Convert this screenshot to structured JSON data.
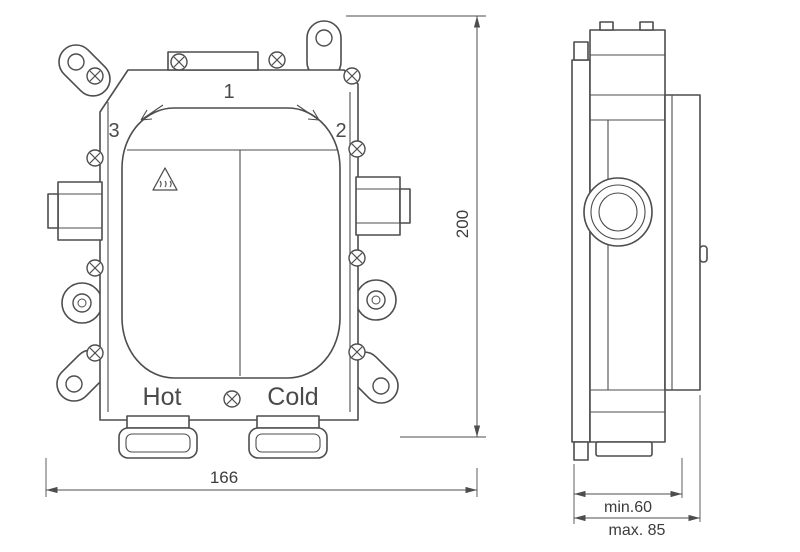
{
  "front_view": {
    "position_labels": {
      "one": "1",
      "two": "2",
      "three": "3"
    },
    "hot": "Hot",
    "cold": "Cold"
  },
  "dimensions": {
    "width": "166",
    "height": "200",
    "depth_min": "min.60",
    "depth_max": "max. 85"
  },
  "icons": {
    "warning": "hot-surface-warning-icon",
    "screw": "phillips-screw-icon",
    "hole": "mounting-hole-icon"
  },
  "colors": {
    "line": "#4d4d4d",
    "text": "#4a4a4a",
    "background": "#ffffff"
  }
}
